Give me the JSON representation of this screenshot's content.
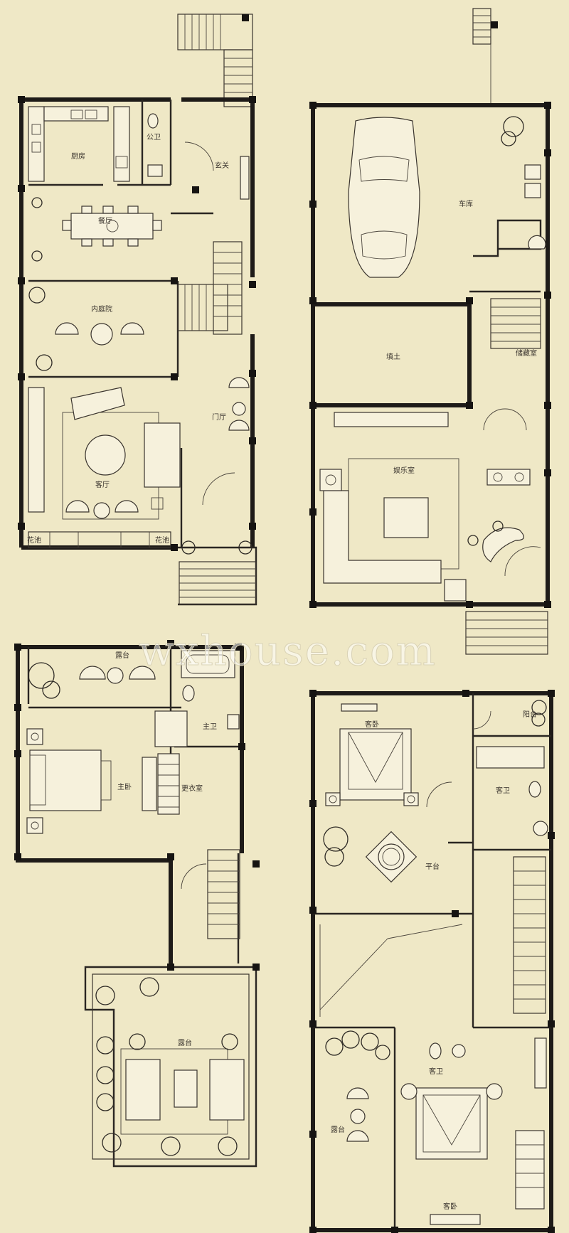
{
  "watermark": "wxhouse.com",
  "colors": {
    "background": "#efe8c6",
    "wall": "#1e1b18",
    "line": "#3a342e",
    "fill": "#f6f1dc"
  },
  "rooms": {
    "kitchen": "厨房",
    "public_bath": "公卫",
    "entrance": "玄关",
    "dining": "餐厅",
    "inner_courtyard": "内庭院",
    "foyer": "门厅",
    "living": "客厅",
    "flower_bed_left": "花池",
    "flower_bed_right": "花池",
    "garage": "车库",
    "fill_soil": "填土",
    "storage": "储藏室",
    "entertainment": "娱乐室",
    "terrace_upper": "露台",
    "master_bath": "主卫",
    "master_bedroom": "主卧",
    "dressing_room": "更衣室",
    "terrace_lower": "露台",
    "guest_bedroom_1": "客卧",
    "balcony": "阳台",
    "guest_bath_1": "客卫",
    "platform": "平台",
    "guest_bath_2": "客卫",
    "terrace_right": "露台",
    "guest_bedroom_2": "客卧"
  }
}
